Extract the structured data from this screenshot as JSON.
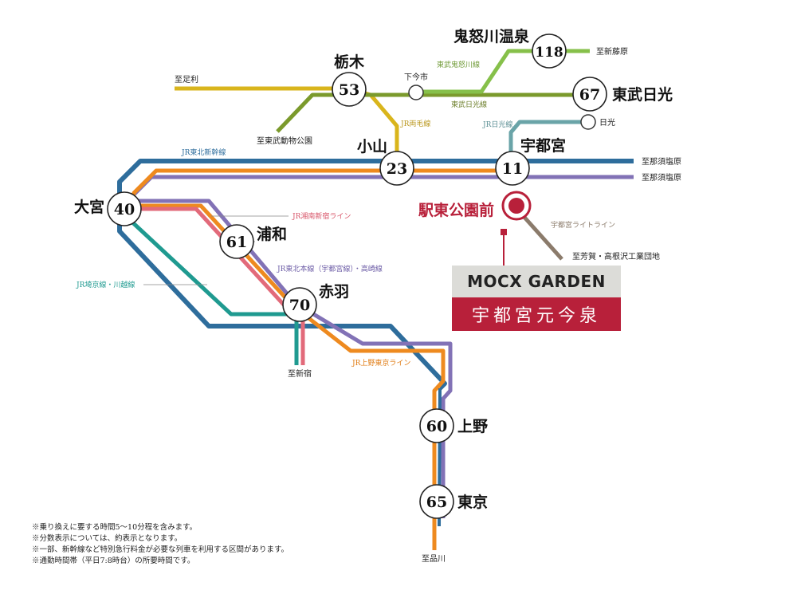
{
  "colors": {
    "shinkansen": "#2e6d9c",
    "shonan": "#e26a7a",
    "ueno_tokyo": "#ee8a1f",
    "utsunomiya_line": "#8272b6",
    "saikyo": "#1f9a90",
    "ryomo": "#d9b51c",
    "tobu_nikko": "#7b9a2c",
    "tobu_kinugawa": "#86c04a",
    "jr_nikko": "#6aa4a8",
    "lightrail": "#8b7b6b",
    "highlight": "#b8203a"
  },
  "stations": [
    {
      "id": "tochigi",
      "name": "栃木",
      "time": "53"
    },
    {
      "id": "kinugawa",
      "name": "鬼怒川温泉",
      "time": "118"
    },
    {
      "id": "tobunikko",
      "name": "東武日光",
      "time": "67"
    },
    {
      "id": "oyama",
      "name": "小山",
      "time": "23"
    },
    {
      "id": "utsunomiya",
      "name": "宇都宮",
      "time": "11"
    },
    {
      "id": "omiya",
      "name": "大宮",
      "time": "40"
    },
    {
      "id": "urawa",
      "name": "浦和",
      "time": "61"
    },
    {
      "id": "akabane",
      "name": "赤羽",
      "time": "70"
    },
    {
      "id": "ueno",
      "name": "上野",
      "time": "60"
    },
    {
      "id": "tokyo",
      "name": "東京",
      "time": "65"
    }
  ],
  "small_stations": {
    "shimoimaichi": "下今市",
    "nikko": "日光"
  },
  "highlight_station": "駅東公園前",
  "destinations": {
    "ashikaga": "至足利",
    "shinfujiwara": "至新藤原",
    "tobu_zoo": "至東武動物公園",
    "nasushiobara_1": "至那須塩原",
    "nasushiobara_2": "至那須塩原",
    "haga": "至芳賀・高根沢工業団地",
    "shinjuku": "至新宿",
    "shinagawa": "至品川"
  },
  "line_labels": {
    "kinugawa": "東武鬼怒川線",
    "tobunikko": "東武日光線",
    "ryomo": "JR両毛線",
    "jrnikko": "JR日光線",
    "shinkansen": "JR東北新幹線",
    "shonan": "JR湘南新宿ライン",
    "utsunomiya": "JR東北本線（宇都宮線）・高崎線",
    "saikyo": "JR埼京線・川越線",
    "uenotokyo": "JR上野東京ライン",
    "lightrail": "宇都宮ライトライン"
  },
  "brand": {
    "logo": "MOCX GARDEN",
    "name": "宇都宮元今泉"
  },
  "notes": [
    "※乗り換えに要する時間5〜10分程を含みます。",
    "※分数表示については、約表示となります。",
    "※一部、新幹線など特別急行料金が必要な列車を利用する区間があります。",
    "※通勤時間帯（平日7:8時台）の所要時間です。"
  ]
}
